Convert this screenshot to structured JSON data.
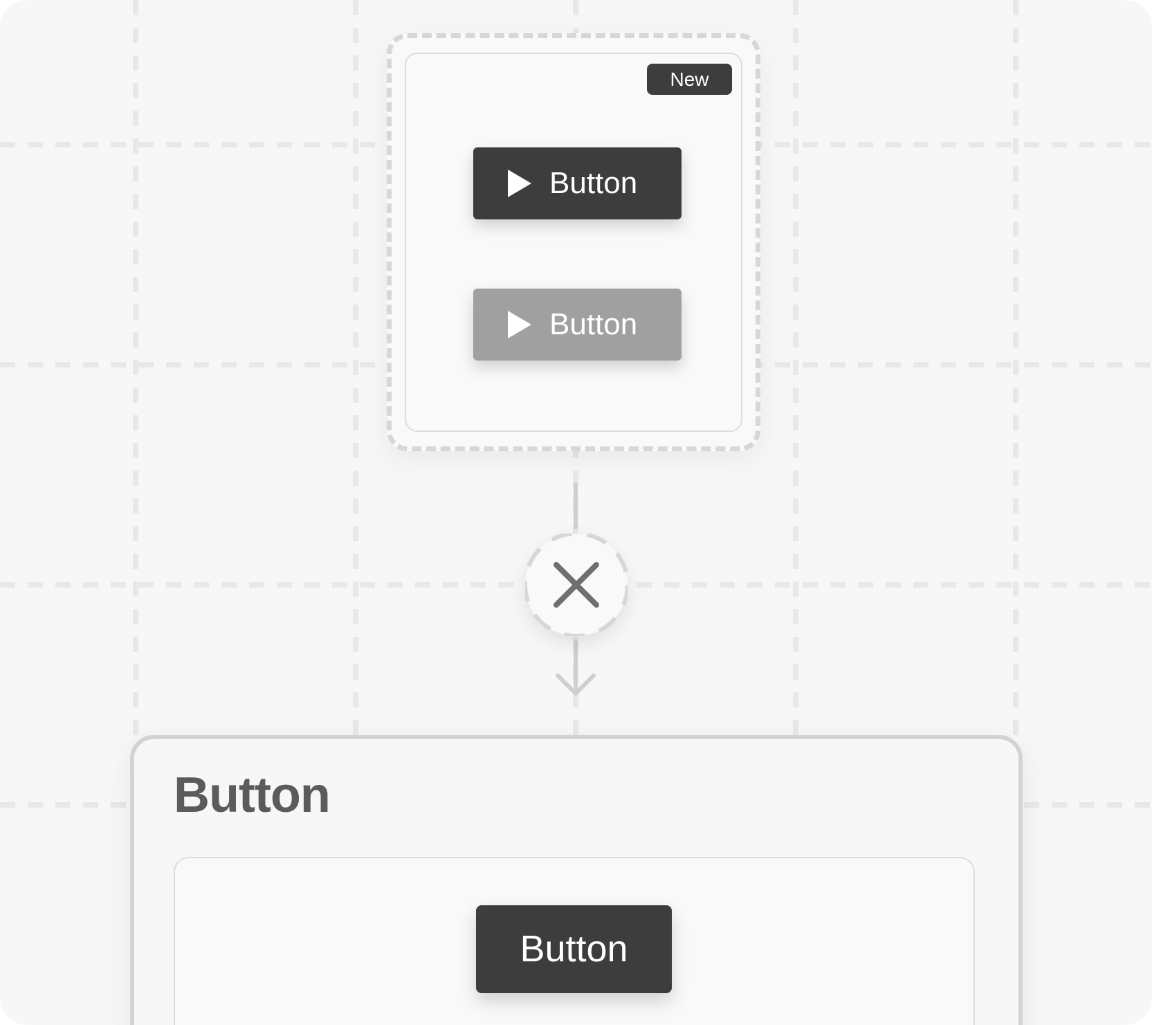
{
  "top_card": {
    "badge": "New",
    "primary_button": {
      "label": "Button",
      "icon": "play-icon"
    },
    "secondary_button": {
      "label": "Button",
      "icon": "play-icon"
    }
  },
  "connector": {
    "icon": "close-icon"
  },
  "bottom_panel": {
    "title": "Button",
    "button_label": "Button"
  },
  "colors": {
    "dark": "#3d3d3d",
    "muted": "#a0a0a0",
    "background": "#f7f7f7",
    "dashed": "#d7d7d7"
  }
}
